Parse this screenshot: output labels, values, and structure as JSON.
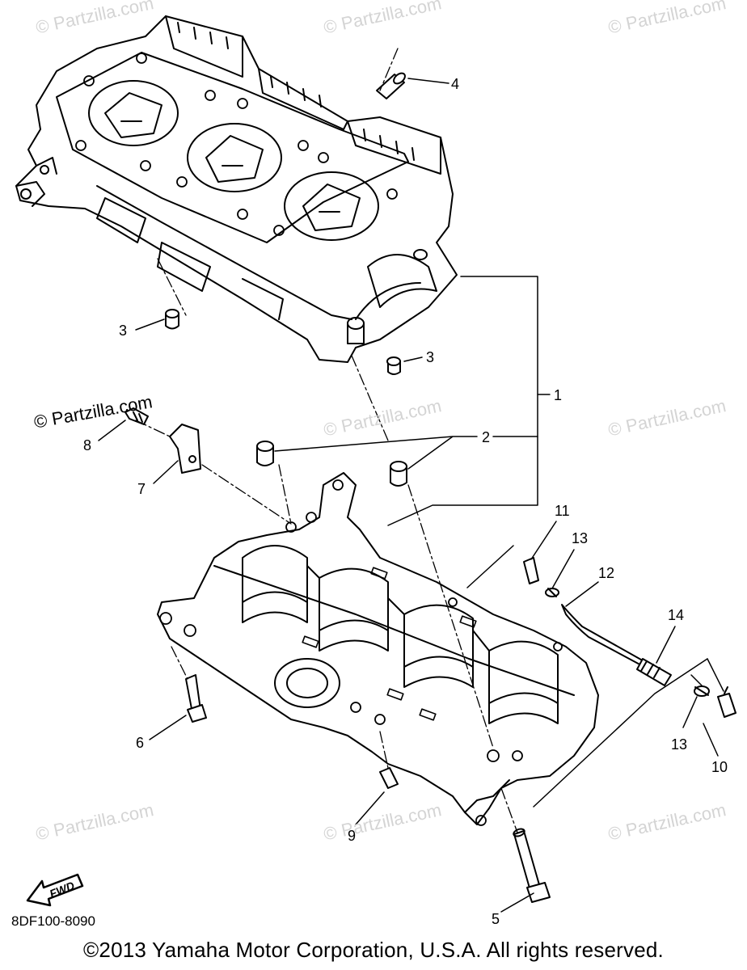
{
  "watermarks": {
    "text": "© Partzilla.com",
    "dark_text": "© Partzilla.com"
  },
  "callouts": [
    "1",
    "2",
    "3",
    "3",
    "4",
    "5",
    "6",
    "7",
    "8",
    "9",
    "10",
    "11",
    "12",
    "13",
    "13",
    "14"
  ],
  "fwd_label": "FWD",
  "diagram_code": "8DF100-8090",
  "copyright": "©2013  Yamaha Motor Corporation, U.S.A. All rights reserved."
}
